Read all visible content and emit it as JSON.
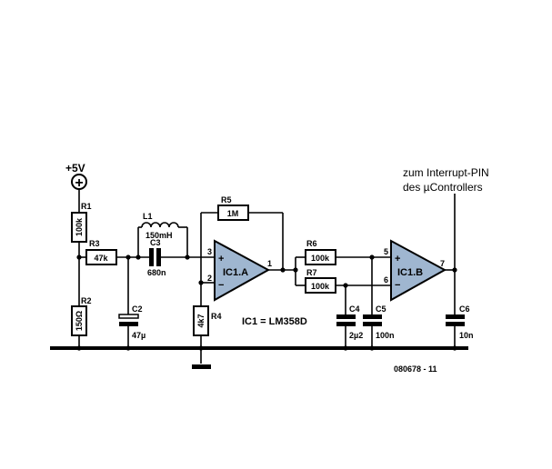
{
  "supply": {
    "label": "+5V",
    "symbol": "+"
  },
  "components": {
    "R1": {
      "ref": "R1",
      "value": "100k"
    },
    "R2": {
      "ref": "R2",
      "value": "150Ω"
    },
    "R3": {
      "ref": "R3",
      "value": "47k"
    },
    "R4": {
      "ref": "R4",
      "value": "4k7"
    },
    "R5": {
      "ref": "R5",
      "value": "1M"
    },
    "R6": {
      "ref": "R6",
      "value": "100k"
    },
    "R7": {
      "ref": "R7",
      "value": "100k"
    },
    "L1": {
      "ref": "L1",
      "value": "150mH"
    },
    "C2": {
      "ref": "C2",
      "value": "47µ"
    },
    "C3": {
      "ref": "C3",
      "value": "680n"
    },
    "C4": {
      "ref": "C4",
      "value": "2µ2"
    },
    "C5": {
      "ref": "C5",
      "value": "100n"
    },
    "C6": {
      "ref": "C6",
      "value": "10n"
    }
  },
  "opamps": {
    "IC1A": {
      "label": "IC1.A",
      "pin_plus": "3",
      "pin_minus": "2",
      "pin_out": "1"
    },
    "IC1B": {
      "label": "IC1.B",
      "pin_plus": "5",
      "pin_minus": "6",
      "pin_out": "7"
    }
  },
  "ic_note": "IC1 = LM358D",
  "output_note": {
    "line1": "zum Interrupt-PIN",
    "line2": "des µControllers"
  },
  "figure_code": "080678 - 11"
}
